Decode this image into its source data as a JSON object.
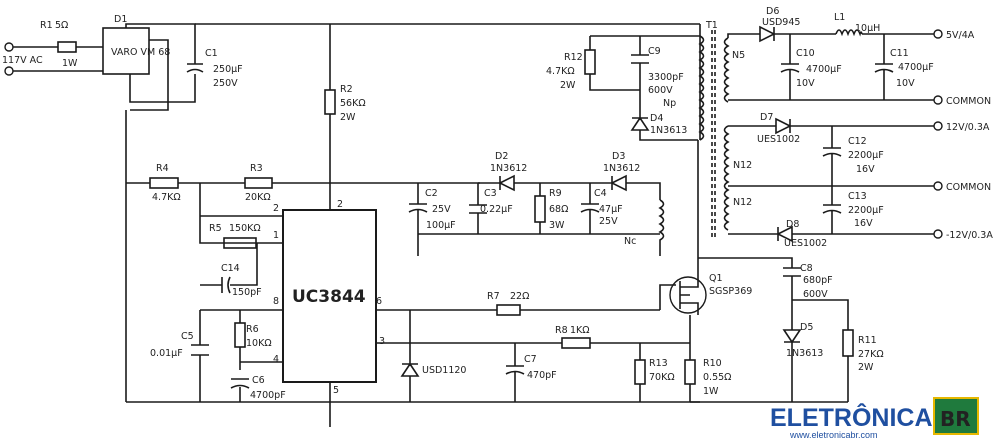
{
  "input": {
    "voltage": "117V AC"
  },
  "ic": {
    "name": "UC3844",
    "pins": [
      "2",
      "1",
      "8",
      "4",
      "6",
      "3",
      "5"
    ]
  },
  "components": {
    "R1": {
      "ref": "R1",
      "value": "5Ω",
      "extra": "1W"
    },
    "D1": {
      "ref": "D1",
      "value": "VARO VM 68"
    },
    "C1": {
      "ref": "C1",
      "value": "250μF",
      "extra": "250V"
    },
    "R2": {
      "ref": "R2",
      "value": "56KΩ",
      "extra": "2W"
    },
    "R4": {
      "ref": "R4",
      "value": "4.7KΩ"
    },
    "R3": {
      "ref": "R3",
      "value": "20KΩ"
    },
    "R5": {
      "ref": "R5",
      "value": "150KΩ"
    },
    "C14": {
      "ref": "C14",
      "value": "150pF"
    },
    "C5": {
      "ref": "C5",
      "value": "0.01μF"
    },
    "R6": {
      "ref": "R6",
      "value": "10KΩ"
    },
    "C6": {
      "ref": "C6",
      "value": "4700pF"
    },
    "C2": {
      "ref": "C2",
      "value": "25V",
      "extra": "100μF"
    },
    "C3": {
      "ref": "C3",
      "value": "0.22μF"
    },
    "D2": {
      "ref": "D2",
      "value": "1N3612"
    },
    "R9": {
      "ref": "R9",
      "value": "68Ω",
      "extra": "3W"
    },
    "D3": {
      "ref": "D3",
      "value": "1N3612"
    },
    "C4": {
      "ref": "C4",
      "value": "47μF",
      "extra": "25V"
    },
    "NC": {
      "ref": "Nc"
    },
    "R7": {
      "ref": "R7",
      "value": "22Ω"
    },
    "R8": {
      "ref": "R8",
      "value": "1KΩ"
    },
    "D_USD": {
      "value": "USD1120"
    },
    "C7": {
      "ref": "C7",
      "value": "470pF"
    },
    "R13": {
      "ref": "R13",
      "value": "70KΩ"
    },
    "R10": {
      "ref": "R10",
      "value": "0.55Ω",
      "extra": "1W"
    },
    "Q1": {
      "ref": "Q1",
      "value": "SGSP369"
    },
    "C8": {
      "ref": "C8",
      "value": "680pF",
      "extra": "600V"
    },
    "D5": {
      "ref": "D5",
      "value": "1N3613"
    },
    "R11": {
      "ref": "R11",
      "value": "27KΩ",
      "extra": "2W"
    },
    "R12": {
      "ref": "R12",
      "value": "4.7KΩ",
      "extra": "2W"
    },
    "C9": {
      "ref": "C9",
      "value": "3300pF",
      "extra": "600V"
    },
    "NP": {
      "ref": "Np"
    },
    "D4": {
      "ref": "D4",
      "value": "1N3613"
    },
    "T1": {
      "ref": "T1"
    },
    "NS": {
      "ref": "N5"
    },
    "N12a": {
      "ref": "N12"
    },
    "N12b": {
      "ref": "N12"
    },
    "D6": {
      "ref": "D6",
      "value": "USD945"
    },
    "L1": {
      "ref": "L1",
      "value": "10μH"
    },
    "C10": {
      "ref": "C10",
      "value": "4700μF",
      "extra": "10V"
    },
    "C11": {
      "ref": "C11",
      "value": "4700μF",
      "extra": "10V"
    },
    "D7": {
      "ref": "D7",
      "value": "UES1002"
    },
    "C12": {
      "ref": "C12",
      "value": "2200μF",
      "extra": "16V"
    },
    "C13": {
      "ref": "C13",
      "value": "2200μF",
      "extra": "16V"
    },
    "D8": {
      "ref": "D8",
      "value": "UES1002"
    }
  },
  "outputs": {
    "o1": "5V/4A",
    "o2": "COMMON",
    "o3": "12V/0.3A",
    "o4": "COMMON",
    "o5": "-12V/0.3A"
  },
  "watermark": {
    "brand": "ELETRÔNICA",
    "badge": "BR",
    "url": "www.eletronicabr.com"
  }
}
